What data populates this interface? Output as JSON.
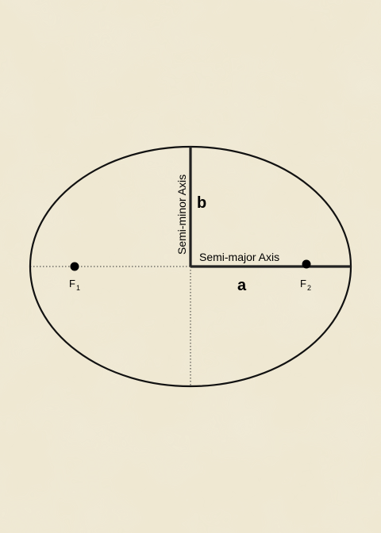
{
  "diagram": {
    "semi_major_label": "Semi-major Axis",
    "semi_minor_label": "Semi-minor Axis",
    "a_label": "a",
    "b_label": "b",
    "focus1": {
      "letter": "F",
      "subscript": "1"
    },
    "focus2": {
      "letter": "F",
      "subscript": "2"
    }
  },
  "colors": {
    "background": "#efe8d2",
    "texture": "#e2d7b8",
    "line": "#1a1a1a"
  }
}
